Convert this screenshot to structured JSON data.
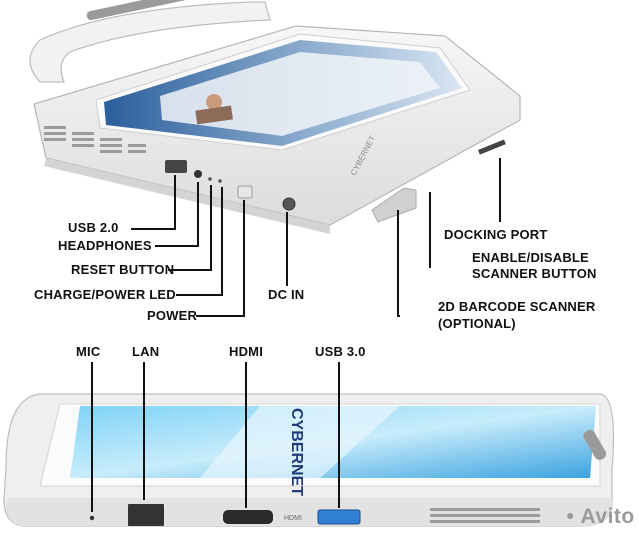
{
  "labels": {
    "usb2": "USB 2.0",
    "headphones": "HEADPHONES",
    "reset": "RESET BUTTON",
    "charge_led": "CHARGE/POWER LED",
    "power": "POWER",
    "dc_in": "DC IN",
    "docking_port": "DOCKING PORT",
    "enable_disable_line1": "ENABLE/DISABLE",
    "enable_disable_line2": "SCANNER BUTTON",
    "barcode_line1": "2D BARCODE SCANNER",
    "barcode_line2": "(OPTIONAL)",
    "mic": "MIC",
    "lan": "LAN",
    "hdmi": "HDMI",
    "usb3": "USB 3.0"
  },
  "device": {
    "brand": "CYBERNET",
    "hdmi_port_text": "HDMI"
  },
  "watermark": {
    "text": "Avito"
  },
  "colors": {
    "body": "#ececec",
    "leader": "#111111",
    "usb3_blue": "#2f7fd3",
    "screen_blue": "#4fb0e6"
  }
}
